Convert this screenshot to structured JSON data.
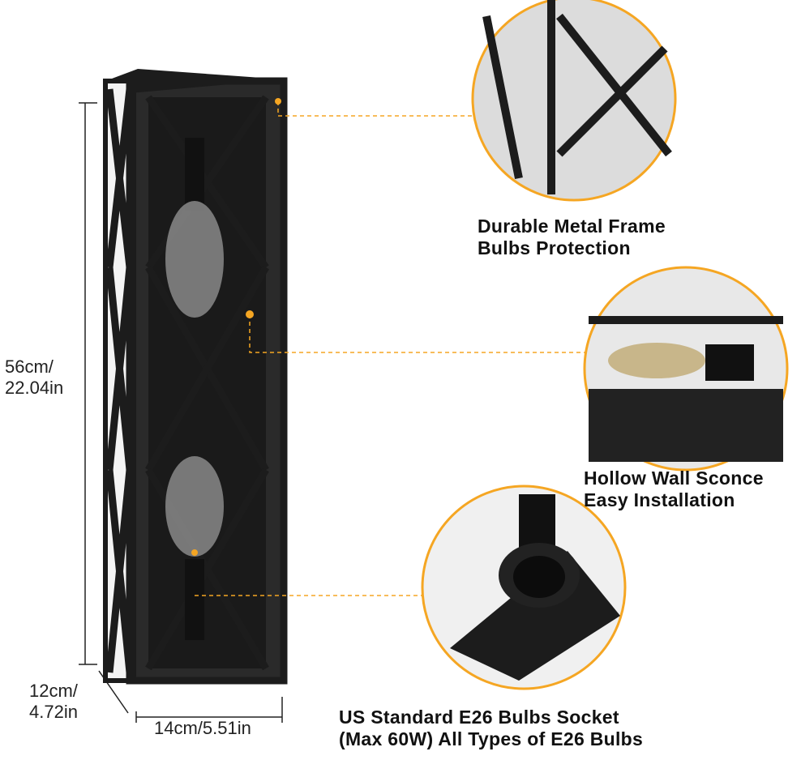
{
  "dimensions": {
    "height_line1": "56cm/",
    "height_line2": "22.04in",
    "depth_line1": "12cm/",
    "depth_line2": "4.72in",
    "width": "14cm/5.51in"
  },
  "callouts": [
    {
      "line1": "Durable Metal Frame",
      "line2": "Bulbs Protection"
    },
    {
      "line1": "Hollow Wall Sconce",
      "line2": "Easy Installation"
    },
    {
      "line1": "US Standard E26 Bulbs Socket",
      "line2": "(Max 60W) All Types of E26 Bulbs"
    }
  ],
  "colors": {
    "accent": "#f5a623",
    "frame": "#1c1c1c"
  }
}
